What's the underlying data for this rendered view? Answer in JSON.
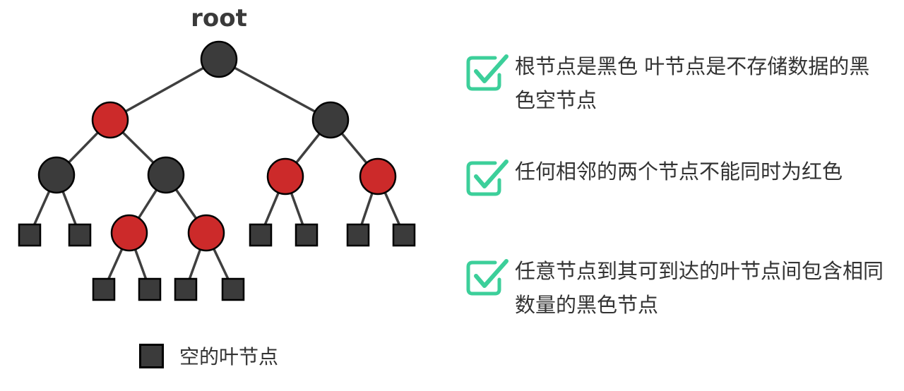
{
  "tree": {
    "root_label": "root",
    "colors": {
      "black": "#3b3b3b",
      "red": "#cc2a2a",
      "edge": "#3f3f3f",
      "outline": "#000000"
    },
    "structure": {
      "color": "black",
      "children": [
        {
          "color": "red",
          "children": [
            {
              "color": "black",
              "children": [
                {
                  "leaf": true
                },
                {
                  "leaf": true
                }
              ]
            },
            {
              "color": "black",
              "children": [
                {
                  "color": "red",
                  "children": [
                    {
                      "leaf": true
                    },
                    {
                      "leaf": true
                    }
                  ]
                },
                {
                  "color": "red",
                  "children": [
                    {
                      "leaf": true
                    },
                    {
                      "leaf": true
                    }
                  ]
                }
              ]
            }
          ]
        },
        {
          "color": "black",
          "children": [
            {
              "color": "red",
              "children": [
                {
                  "leaf": true
                },
                {
                  "leaf": true
                }
              ]
            },
            {
              "color": "red",
              "children": [
                {
                  "leaf": true
                },
                {
                  "leaf": true
                }
              ]
            }
          ]
        }
      ]
    }
  },
  "legend": {
    "label": "空的叶节点"
  },
  "rules": [
    {
      "text": "根节点是黑色 叶节点是不存储数据的黑色空节点",
      "icon": "checkbox-check-icon"
    },
    {
      "text": "任何相邻的两个节点不能同时为红色",
      "icon": "checkbox-check-icon"
    },
    {
      "text": "任意节点到其可到达的叶节点间包含相同数量的黑色节点",
      "icon": "checkbox-check-icon"
    }
  ],
  "check_color": "#3ccf9a"
}
